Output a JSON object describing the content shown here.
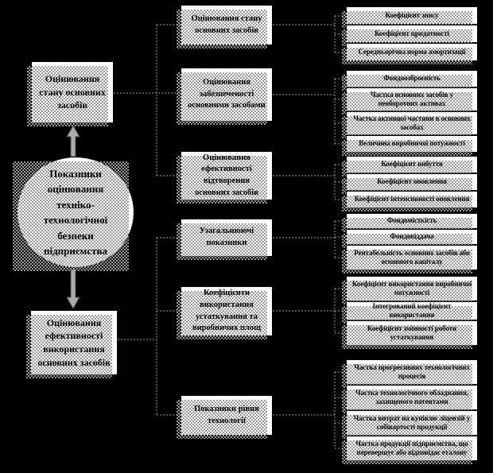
{
  "palette": {
    "background": "#000000",
    "node_fill": "#ffffff",
    "node_border": "#000000",
    "shadow": "#9a9a9a",
    "connector": "#9a9a9a",
    "arrow": "#ababab"
  },
  "hub": {
    "label": "Показники оцінювання техніко-технологічної безпеки підприємства"
  },
  "branches": [
    {
      "label": "Оцінювання стану основних засобів"
    },
    {
      "label": "Оцінювання ефективності використання основних засобів"
    }
  ],
  "categories": [
    {
      "label": "Оцінювання стану основних засобів",
      "indicators": [
        "Коефіцієнт зносу",
        "Коефіцієнт придатності",
        "Середньорічна норма амортизації"
      ]
    },
    {
      "label": "Оцінювання забезпеченості основними засобами",
      "indicators": [
        "Фондоозброєність",
        "Частка основних засобів у необоротних активах",
        "Частка активної частини в основних засобах",
        "Величина виробничої потужності"
      ]
    },
    {
      "label": "Оцінювання ефективності відтворення основних засобів",
      "indicators": [
        "Коефіцієнт вибуття",
        "Коефіцієнт оновлення",
        "Коефіцієнт інтенсивності оновлення"
      ]
    },
    {
      "label": "Узагальнюючі показники",
      "indicators": [
        "Фондомісткість",
        "Фондовіддача",
        "Рентабельність основних засобів або основного капіталу"
      ]
    },
    {
      "label": "Коефіцієнти використання устаткування та виробничих площ",
      "indicators": [
        "Коефіцієнт використання виробничої потужності",
        "Інтегрований коефіцієнт використання",
        "Коефіцієнт змінності роботи устаткування"
      ]
    },
    {
      "label": "Показники рівня технології",
      "indicators": [
        "Частка прогресивних технологічних процесів",
        "Частка технологічного обладнання, захищеного патентами",
        "Частка витрат на купівлю ліцензій у собівартості продукції",
        "Частка продукції підприємства, що перевершує або відповідає еталону"
      ]
    }
  ]
}
